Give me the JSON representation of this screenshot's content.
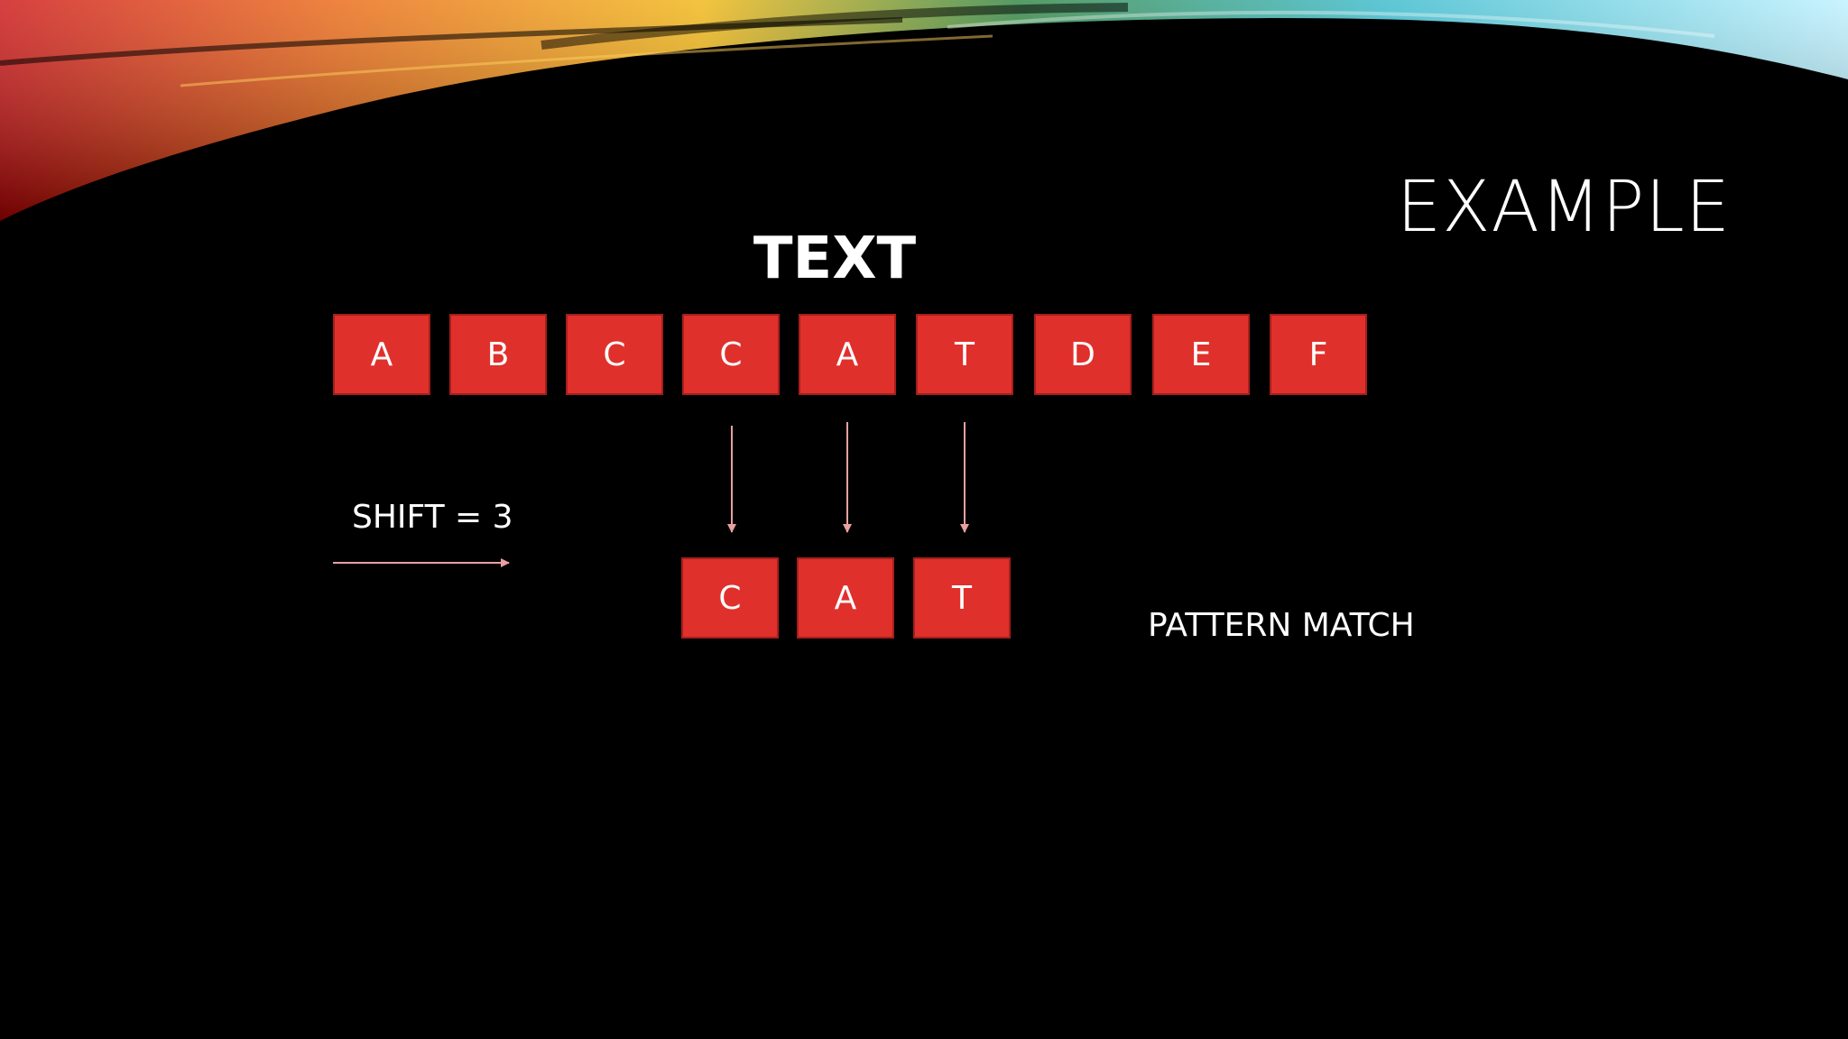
{
  "slide": {
    "title": "EXAMPLE",
    "text_heading": "TEXT",
    "shift_label": "SHIFT = 3",
    "match_label": "PATTERN MATCH"
  },
  "text_cells": [
    "A",
    "B",
    "C",
    "C",
    "A",
    "T",
    "D",
    "E",
    "F"
  ],
  "pattern_cells": [
    "C",
    "A",
    "T"
  ],
  "shift": 3,
  "colors": {
    "background": "#000000",
    "cell_fill": "#e0302c",
    "cell_border": "#a51f1b",
    "arrow": "#e8a0a0",
    "text": "#ffffff"
  },
  "icons": {
    "match_arrows": "arrow-down-icon",
    "shift_arrow": "arrow-right-icon"
  }
}
